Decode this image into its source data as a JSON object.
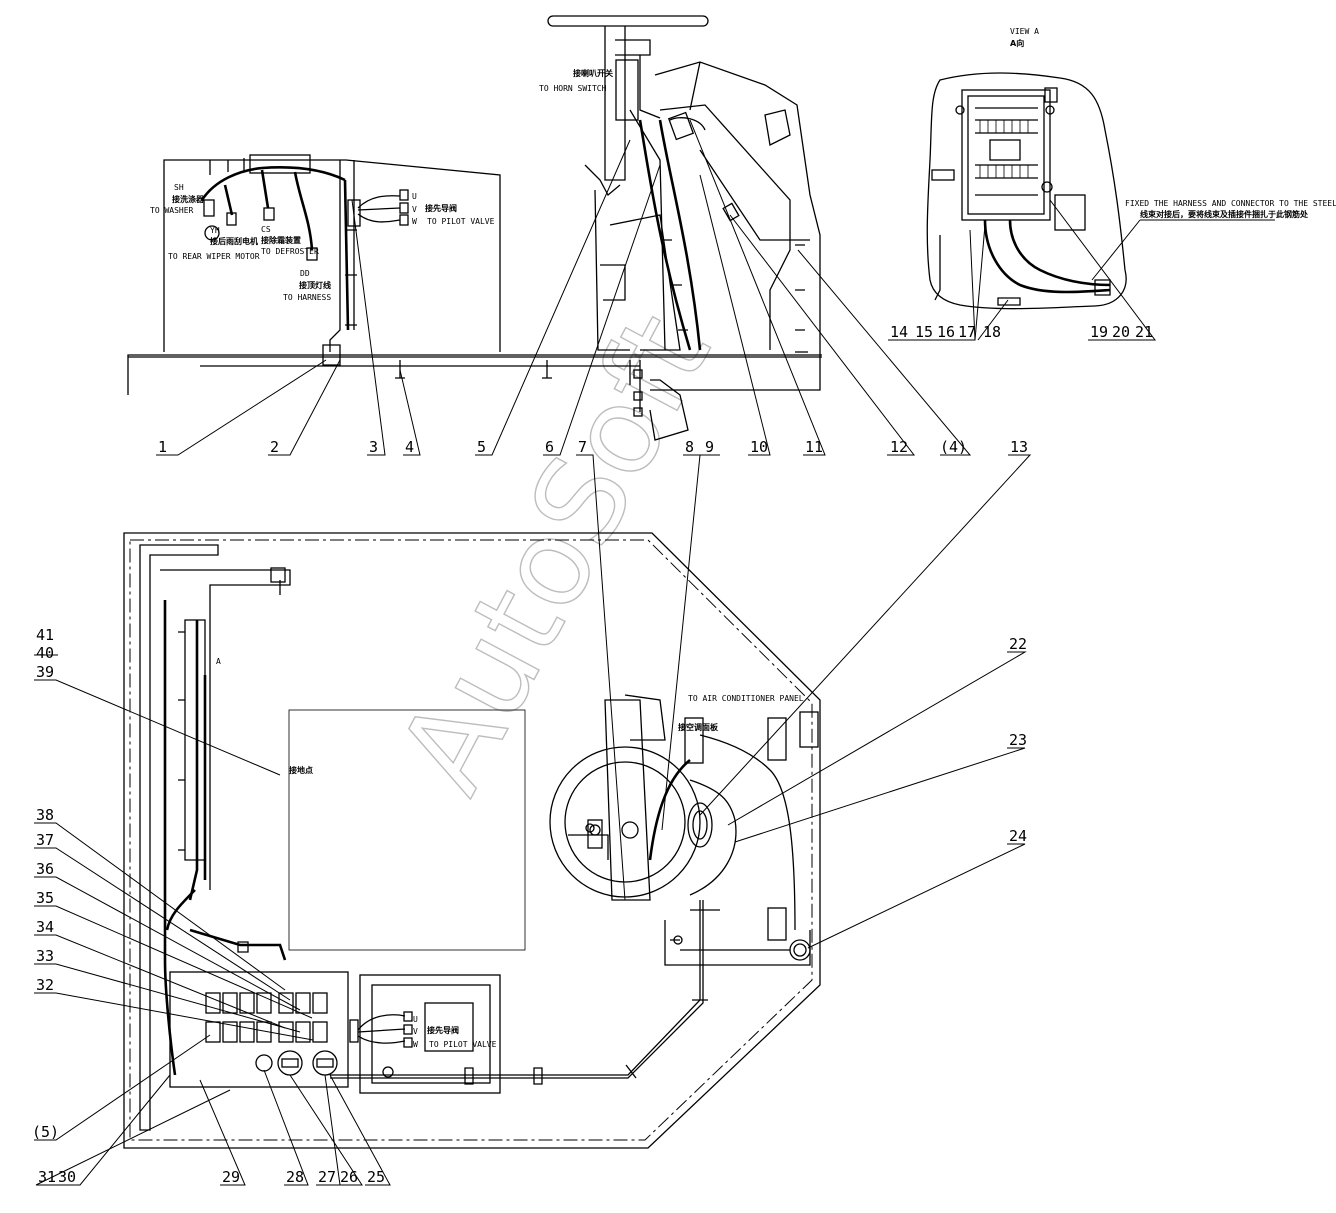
{
  "watermark": "AutoSoft",
  "top_view_labels": {
    "washer_code": "SH",
    "washer_cn": "接洗涤器",
    "washer_en": "TO WASHER",
    "wiper_code": "YH",
    "wiper_cn": "接后雨刮电机",
    "wiper_en": "TO REAR WIPER MOTOR",
    "defroster_code": "CS",
    "defroster_cn": "接除霜装置",
    "defroster_en": "TO DEFROSTER",
    "harness_code": "DD",
    "harness_cn": "接顶灯线",
    "harness_en": "TO HARNESS",
    "pilot_u": "U",
    "pilot_v": "V",
    "pilot_w": "W",
    "pilot_cn": "接先导阀",
    "pilot_en": "TO PILOT VALVE",
    "horn_cn": "接喇叭开关",
    "horn_en": "TO HORN SWITCH"
  },
  "view_a": {
    "title_en": "VIEW A",
    "title_cn": "A向",
    "note_en": "FIXED THE HARNESS AND CONNECTOR TO THE STEEL",
    "note_cn": "线束对接后，要将线束及插接件捆扎于此钢筋处"
  },
  "bottom_view_labels": {
    "ac_en": "TO AIR CONDITIONER PANEL",
    "ac_cn": "接空调面板",
    "ground_cn": "接地点",
    "view_marker": "A",
    "pilot_u": "U",
    "pilot_v": "V",
    "pilot_w": "W",
    "pilot_cn": "接先导阀",
    "pilot_en": "TO PILOT VALVE"
  },
  "callouts": {
    "c1": "1",
    "c2": "2",
    "c3": "3",
    "c4": "4",
    "c5": "5",
    "c6": "6",
    "c7": "7",
    "c8": "8",
    "c9": "9",
    "c10": "10",
    "c11": "11",
    "c12": "12",
    "c4p": "(4)",
    "c13": "13",
    "c14": "14",
    "c15": "15",
    "c16": "16",
    "c17": "17",
    "c18": "18",
    "c19": "19",
    "c20": "20",
    "c21": "21",
    "c22": "22",
    "c23": "23",
    "c24": "24",
    "c41": "41",
    "c40": "40",
    "c39": "39",
    "c38": "38",
    "c37": "37",
    "c36": "36",
    "c35": "35",
    "c34": "34",
    "c33": "33",
    "c32": "32",
    "c5p": "(5)",
    "c31": "31",
    "c30": "30",
    "c29": "29",
    "c28": "28",
    "c27": "27",
    "c26": "26",
    "c25": "25"
  }
}
